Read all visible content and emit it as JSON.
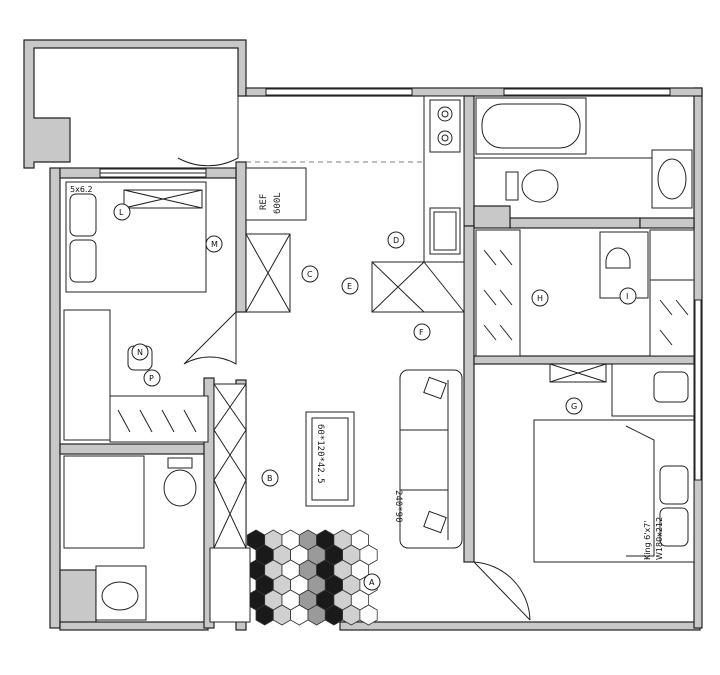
{
  "fixtures": {
    "refrigerator": [
      "REF",
      "600L"
    ],
    "rug_size": "60*120*42.5",
    "sofa_size": "240*90",
    "bed_small": "5x6.2",
    "bed_king": [
      "King 6'x7'",
      "W180x212"
    ]
  },
  "tags": [
    "A",
    "B",
    "C",
    "D",
    "E",
    "F",
    "G",
    "H",
    "I",
    "L",
    "M",
    "N",
    "P"
  ]
}
